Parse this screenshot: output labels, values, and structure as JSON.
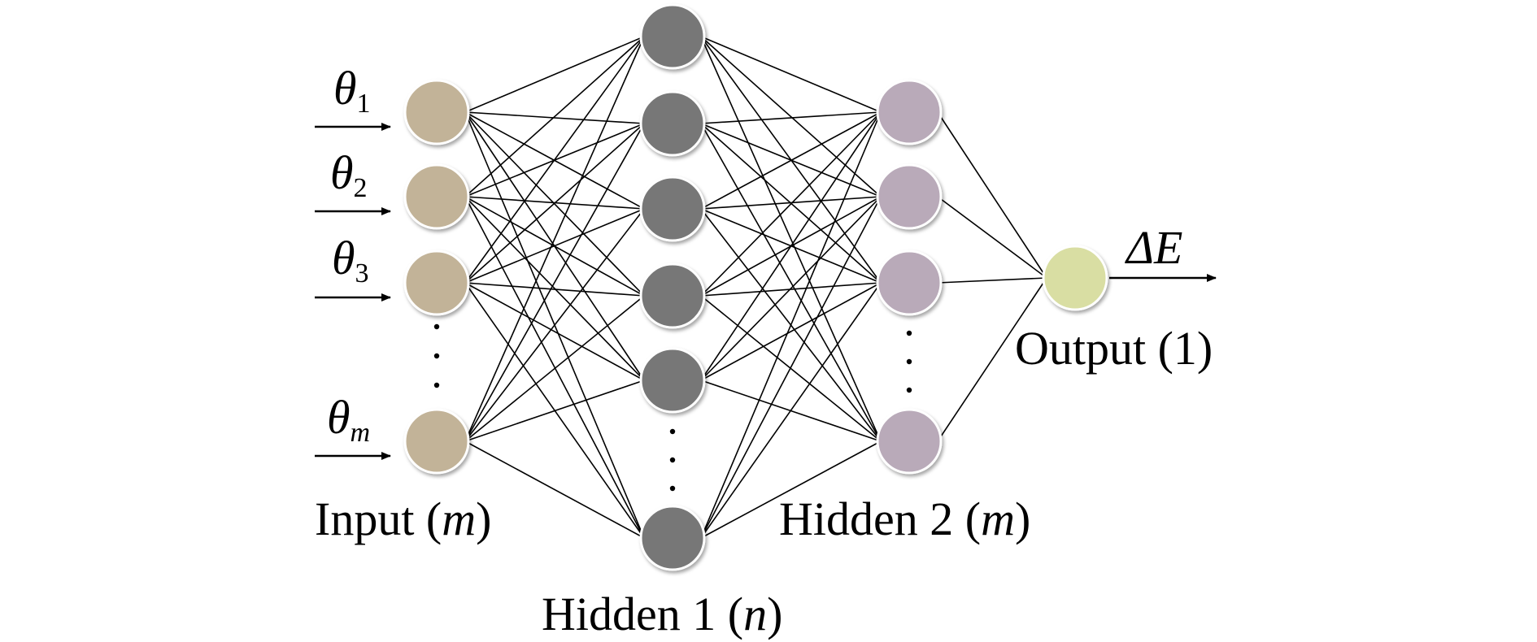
{
  "diagram": {
    "inputs": [
      {
        "symbol": "θ",
        "subscript": "1"
      },
      {
        "symbol": "θ",
        "subscript": "2"
      },
      {
        "symbol": "θ",
        "subscript": "3"
      },
      {
        "symbol": "θ",
        "subscript": "m"
      }
    ],
    "output_symbol": "ΔE",
    "layers": {
      "input": {
        "name": "Input (",
        "var": "m",
        "close": ")"
      },
      "hidden1": {
        "name": "Hidden 1 (",
        "var": "n",
        "close": ")"
      },
      "hidden2": {
        "name": "Hidden 2 (",
        "var": "m",
        "close": ")"
      },
      "output": {
        "name": "Output (1)"
      }
    },
    "colors": {
      "input_node": "#c2b398",
      "hidden1_node": "#777777",
      "hidden2_node": "#b9aab9",
      "output_node": "#d9dea3",
      "edge": "#000000"
    }
  }
}
